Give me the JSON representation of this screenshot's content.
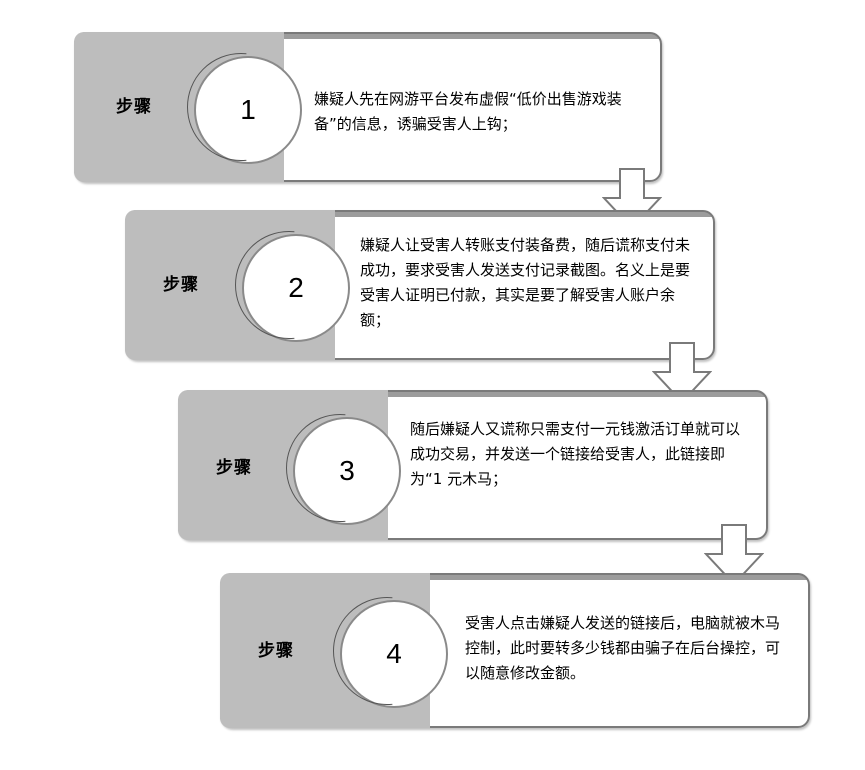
{
  "steps": [
    {
      "label": "步骤",
      "number": "1",
      "text": "嫌疑人先在网游平台发布虚假“低价出售游戏装备”的信息，诱骗受害人上钩；"
    },
    {
      "label": "步骤",
      "number": "2",
      "text": "嫌疑人让受害人转账支付装备费，随后谎称支付未成功，要求受害人发送支付记录截图。名义上是要受害人证明已付款，其实是要了解受害人账户余额；"
    },
    {
      "label": "步骤",
      "number": "3",
      "text": "随后嫌疑人又谎称只需支付一元钱激活订单就可以成功交易，并发送一个链接给受害人，此链接即为“1 元木马；"
    },
    {
      "label": "步骤",
      "number": "4",
      "text": "受害人点击嫌疑人发送的链接后，电脑就被木马控制，此时要转多少钱都由骗子在后台操控，可以随意修改金额。"
    }
  ],
  "colors": {
    "panel_gray": "#bdbdbd",
    "border": "#7a7a7a",
    "arrow_fill": "#ffffff",
    "arrow_stroke": "#7a7a7a"
  },
  "icons": [
    "down-arrow-icon"
  ]
}
